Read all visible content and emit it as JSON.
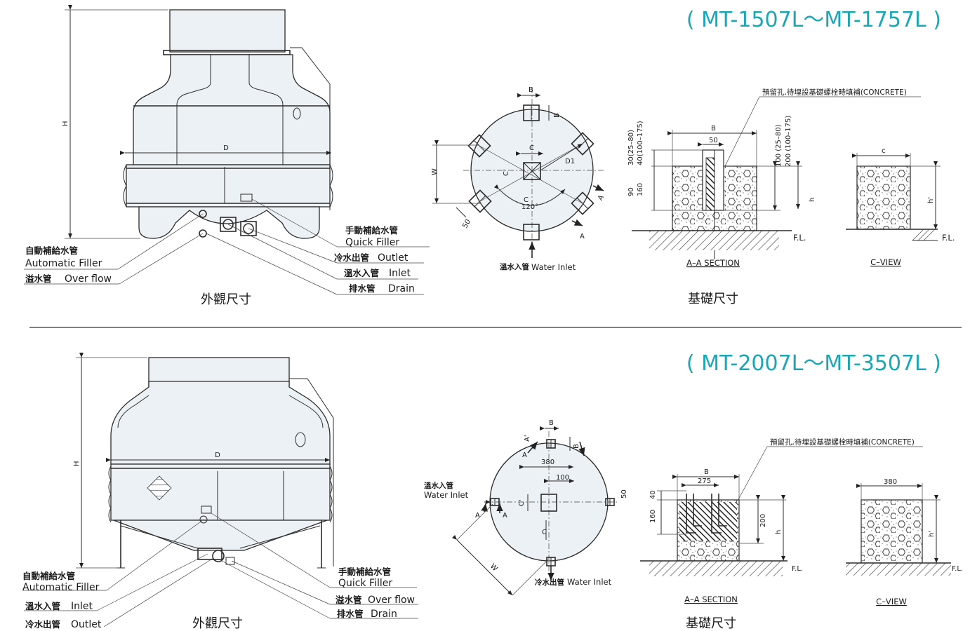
{
  "colors": {
    "model_title": "#1aa7b5",
    "line": "#2b2b2b",
    "body_fill": "#ecf1f5"
  },
  "top": {
    "model_title": "( MT-1507L～MT-1757L )",
    "appearance_caption": "外觀尺寸",
    "foundation_caption": "基礎尺寸",
    "dims": {
      "H": "H",
      "D": "D",
      "B": "B",
      "C": "C",
      "C_prime": "C'",
      "W": "W",
      "D1": "D1",
      "A": "A",
      "angle": "120°",
      "fifty": "50"
    },
    "labels": {
      "manual_filler_cn": "手動補給水管",
      "manual_filler_en": "Quick  Filler",
      "outlet_cn": "冷水出管",
      "outlet_en": "Outlet",
      "inlet_cn": "溫水入管",
      "inlet_en": "Inlet",
      "drain_cn": "排水管",
      "drain_en": "Drain",
      "auto_filler_cn": "自動補給水管",
      "auto_filler_en": "Automatic  Filler",
      "overflow_cn": "溢水管",
      "overflow_en": "Over  flow"
    },
    "plan": {
      "water_inlet_cn": "溫水入管",
      "water_inlet_en": "Water  Inlet"
    },
    "section": {
      "note": "預留孔,待埋設基礎螺栓時填補(CONCRETE)",
      "title": "A–A  SECTION",
      "B": "B",
      "fifty": "50",
      "left_top_1": "30(25–80)",
      "left_top_2": "40(100–175)",
      "left_bot_1": "90",
      "left_bot_2": "160",
      "right_1": "100 (25–80)",
      "right_2": "200 (100–175)",
      "h": "h",
      "fl": "F.L."
    },
    "cview": {
      "title": "C–VIEW",
      "c": "c",
      "h": "h'",
      "fl": "F.L."
    }
  },
  "bottom": {
    "model_title": "( MT-2007L～MT-3507L )",
    "appearance_caption": "外觀尺寸",
    "foundation_caption": "基礎尺寸",
    "dims": {
      "H": "H",
      "D": "D",
      "B": "B",
      "C": "C",
      "C_prime": "C'",
      "A": "A",
      "A_prime": "A'",
      "W": "W",
      "v380": "380",
      "v100": "100",
      "v50": "50"
    },
    "labels": {
      "auto_filler_cn": "自動補給水管",
      "auto_filler_en": "Automatic  Filler",
      "inlet_cn": "溫水入管",
      "inlet_en": "Inlet",
      "outlet_cn": "冷水出管",
      "outlet_en": "Outlet",
      "manual_filler_cn": "手動補給水管",
      "manual_filler_en": "Quick  Filler",
      "overflow_cn": "溢水管",
      "overflow_en": "Over  flow",
      "drain_cn": "排水管",
      "drain_en": "Drain"
    },
    "plan": {
      "inlet_cn": "溫水入管",
      "inlet_en": "Water  Inlet",
      "outlet_cn": "冷水出管",
      "outlet_en": "Water  Inlet"
    },
    "section": {
      "note": "預留孔,待埋設基礎螺栓時填補(CONCRETE)",
      "title": "A–A  SECTION",
      "B": "B",
      "v275": "275",
      "v40": "40",
      "v160": "160",
      "v200": "200",
      "h": "h",
      "fl": "F.L."
    },
    "cview": {
      "title": "C–VIEW",
      "v380": "380",
      "h": "h'",
      "fl": "F.L."
    }
  }
}
